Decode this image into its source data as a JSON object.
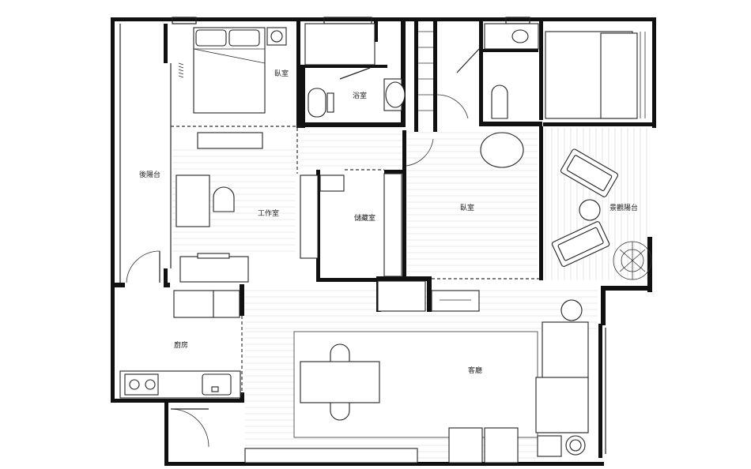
{
  "rooms": {
    "bedroom_1": "臥室",
    "bathroom": "浴室",
    "back_balcony": "後陽台",
    "study": "工作室",
    "storage": "儲藏室",
    "bedroom_2": "臥室",
    "view_balcony": "景觀陽台",
    "kitchen": "廚房",
    "living_room": "客廳"
  },
  "colors": {
    "wall": "#111111",
    "line": "#222222",
    "floor_hatch": "#d4d4d4",
    "background": "#ffffff"
  }
}
